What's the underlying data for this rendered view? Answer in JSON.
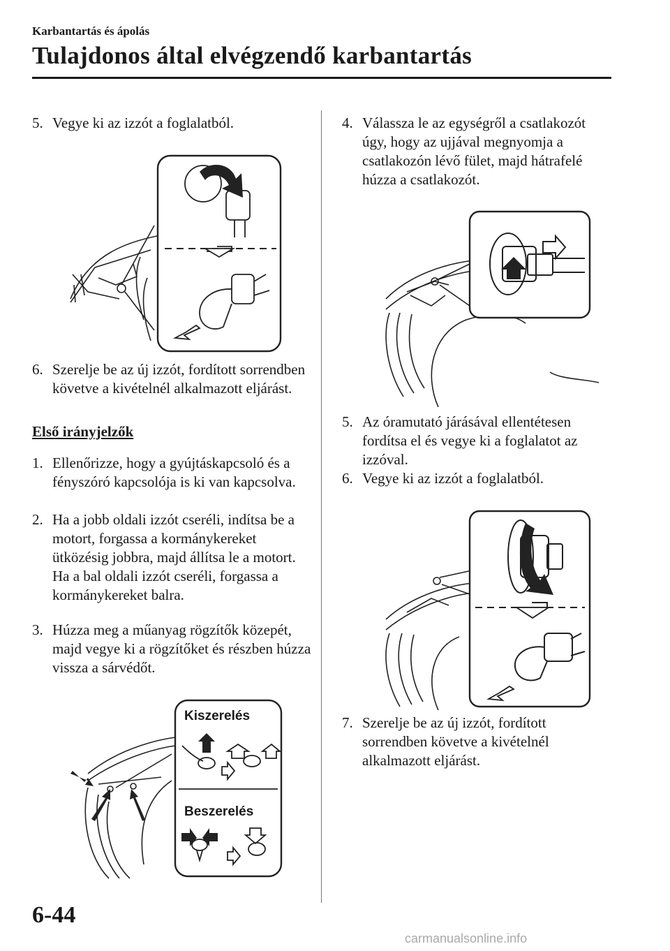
{
  "header": {
    "section": "Karbantartás és ápolás",
    "title": "Tulajdonos által elvégzendő karbantartás"
  },
  "left_column": {
    "steps_top": [
      {
        "num": "5.",
        "text": "Vegye ki az izzót a foglalatból."
      },
      {
        "num": "6.",
        "text": "Szerelje be az új izzót, fordított sorrendben követve a kivételnél alkalmazott eljárást."
      }
    ],
    "subheading": "Első irányjelzők",
    "steps_bottom": [
      {
        "num": "1.",
        "text": "Ellenőrizze, hogy a gyújtáskapcsoló és a fényszóró kapcsolója is ki van kapcsolva."
      },
      {
        "num": "2.",
        "text": "Ha a jobb oldali izzót cseréli, indítsa be a motort, forgassa a kormánykereket ütközésig jobbra, majd állítsa le a motort. Ha a bal oldali izzót cseréli, forgassa a kormánykereket balra."
      },
      {
        "num": "3.",
        "text": "Húzza meg a műanyag rögzítők közepét, majd vegye ki a rögzítőket és részben húzza vissza a sárvédőt."
      }
    ],
    "figure_labels": {
      "removal": "Kiszerelés",
      "installation": "Beszerelés"
    }
  },
  "right_column": {
    "steps": [
      {
        "num": "4.",
        "text": "Válassza le az egységről a csatlakozót úgy, hogy az ujjával megnyomja a csatlakozón lévő fület, majd hátrafelé húzza a csatlakozót."
      },
      {
        "num": "5.",
        "text": "Az óramutató járásával ellentétesen fordítsa el és vegye ki a foglalatot az izzóval."
      },
      {
        "num": "6.",
        "text": "Vegye ki az izzót a foglalatból."
      },
      {
        "num": "7.",
        "text": "Szerelje be az új izzót, fordított sorrendben követve a kivételnél alkalmazott eljárást."
      }
    ]
  },
  "footer": {
    "page_number": "6-44",
    "watermark": "carmanualsonline.info"
  }
}
